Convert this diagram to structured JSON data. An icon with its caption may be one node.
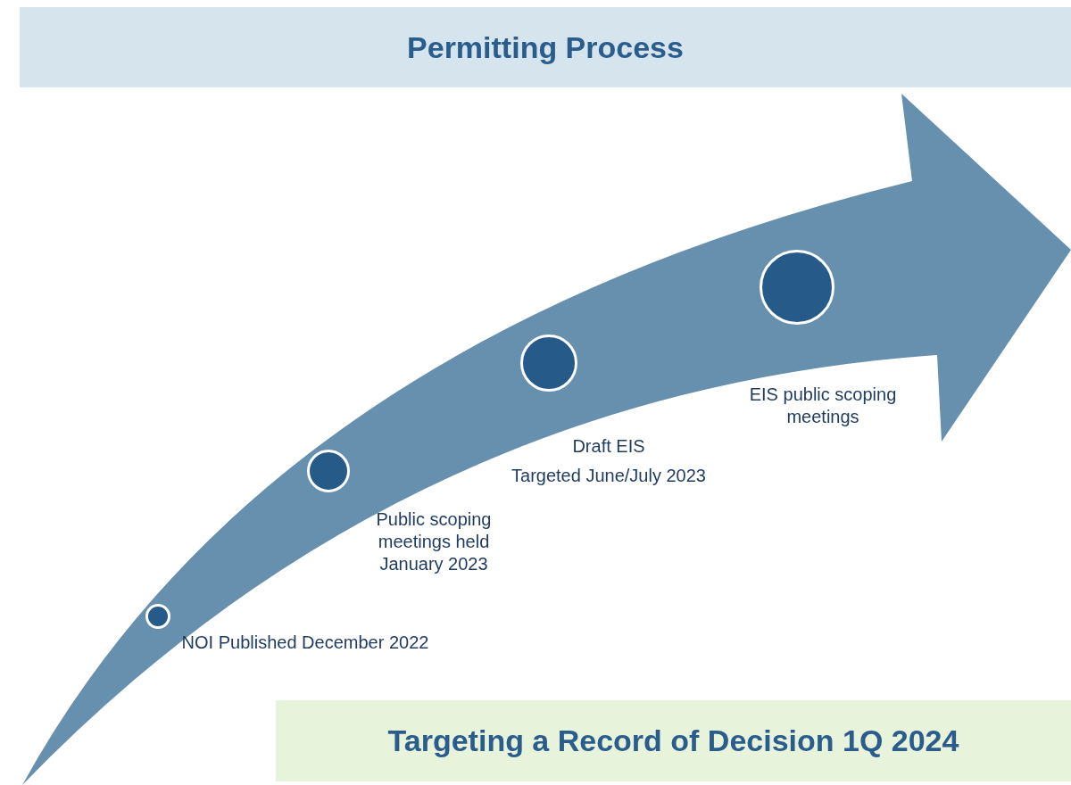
{
  "diagram": {
    "nodes": [
      {
        "text": [
          "Permitting Process"
        ]
      },
      {
        "text": [],
        "shape": "circle",
        "beside": [
          "NOI Published December 2022"
        ]
      },
      {
        "text": [],
        "shape": "circle",
        "beside": [
          "Public scoping meetings held January 2023"
        ]
      },
      {
        "text": [],
        "shape": "circle",
        "beside": [
          "Draft EIS",
          "Targeted June/July 2023"
        ]
      },
      {
        "text": [],
        "shape": "circle",
        "beside": [
          "EIS public scoping meetings"
        ]
      },
      {
        "text": [
          "Targeting a Record of Decision 1Q 2024"
        ]
      }
    ]
  }
}
